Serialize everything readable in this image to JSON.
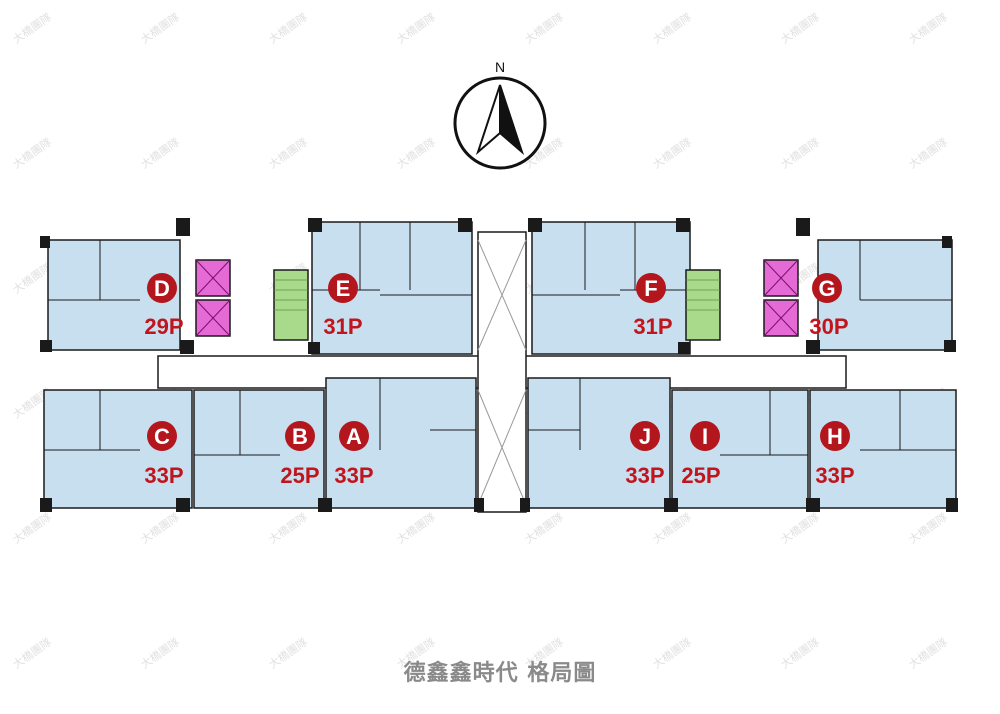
{
  "compass": {
    "label": "N"
  },
  "units": [
    {
      "letter": "D",
      "size": "29P"
    },
    {
      "letter": "E",
      "size": "31P"
    },
    {
      "letter": "F",
      "size": "31P"
    },
    {
      "letter": "G",
      "size": "30P"
    },
    {
      "letter": "C",
      "size": "33P"
    },
    {
      "letter": "B",
      "size": "25P"
    },
    {
      "letter": "A",
      "size": "33P"
    },
    {
      "letter": "J",
      "size": "33P"
    },
    {
      "letter": "I",
      "size": "25P"
    },
    {
      "letter": "H",
      "size": "33P"
    }
  ],
  "caption": "德鑫鑫時代 格局圖",
  "watermark": "大橋團隊",
  "colors": {
    "room_fill": "#c8dff0",
    "wall": "#1a1a1a",
    "badge": "#b3161d",
    "elevator": "#e66ad6",
    "stair": "#a9d98a"
  }
}
